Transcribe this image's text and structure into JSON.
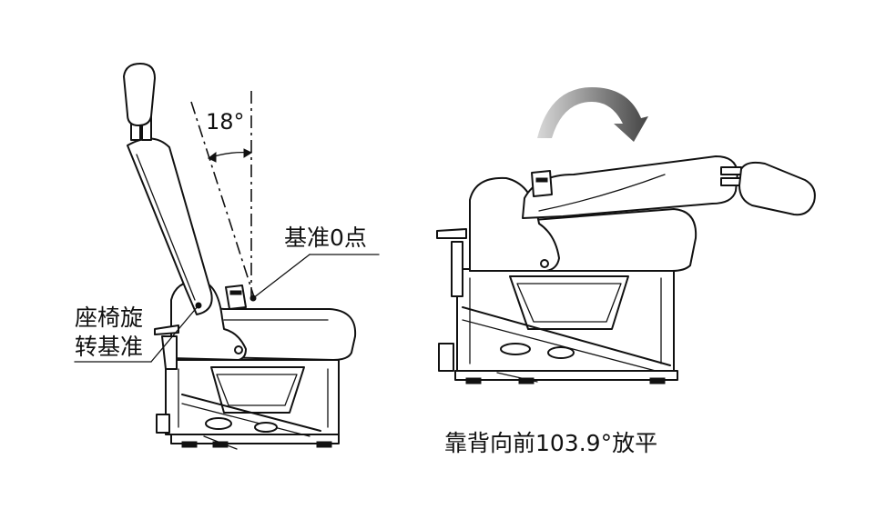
{
  "left_view": {
    "angle_label": "18°",
    "reference_point_label": "基准0点",
    "pivot_label_line1": "座椅旋",
    "pivot_label_line2": "转基准"
  },
  "right_view": {
    "caption": "靠背向前103.9°放平"
  },
  "colors": {
    "line": "#111111",
    "background": "#ffffff",
    "arrow_gradient_dark": "#4a4a4a",
    "arrow_gradient_light": "#ffffff"
  },
  "icons": {
    "fold_direction": "curved-arrow-icon"
  }
}
